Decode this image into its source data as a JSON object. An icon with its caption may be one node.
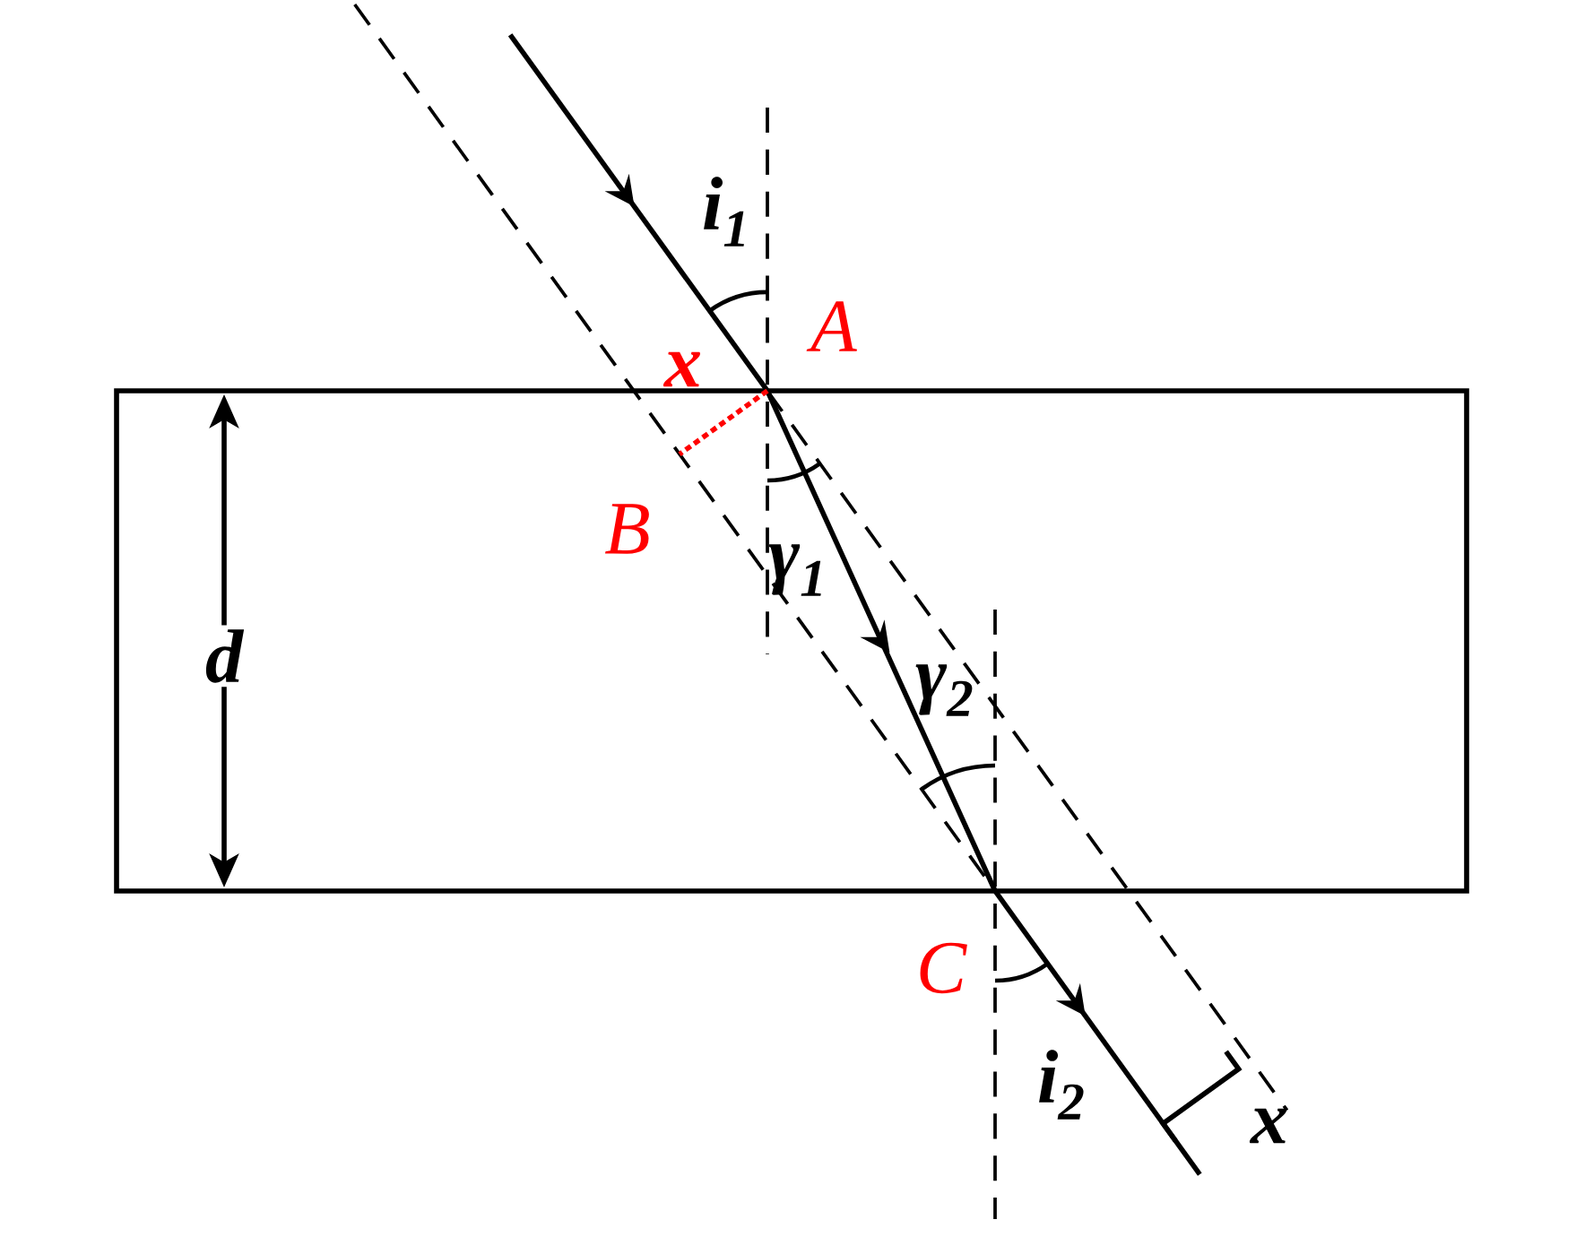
{
  "diagram": {
    "labels": [
      "i$_{1}$",
      "A",
      "x",
      "B",
      "γ$_{1}$",
      "d",
      "γ$_{2}$",
      "C",
      "i$_{2}$",
      "x"
    ]
  }
}
